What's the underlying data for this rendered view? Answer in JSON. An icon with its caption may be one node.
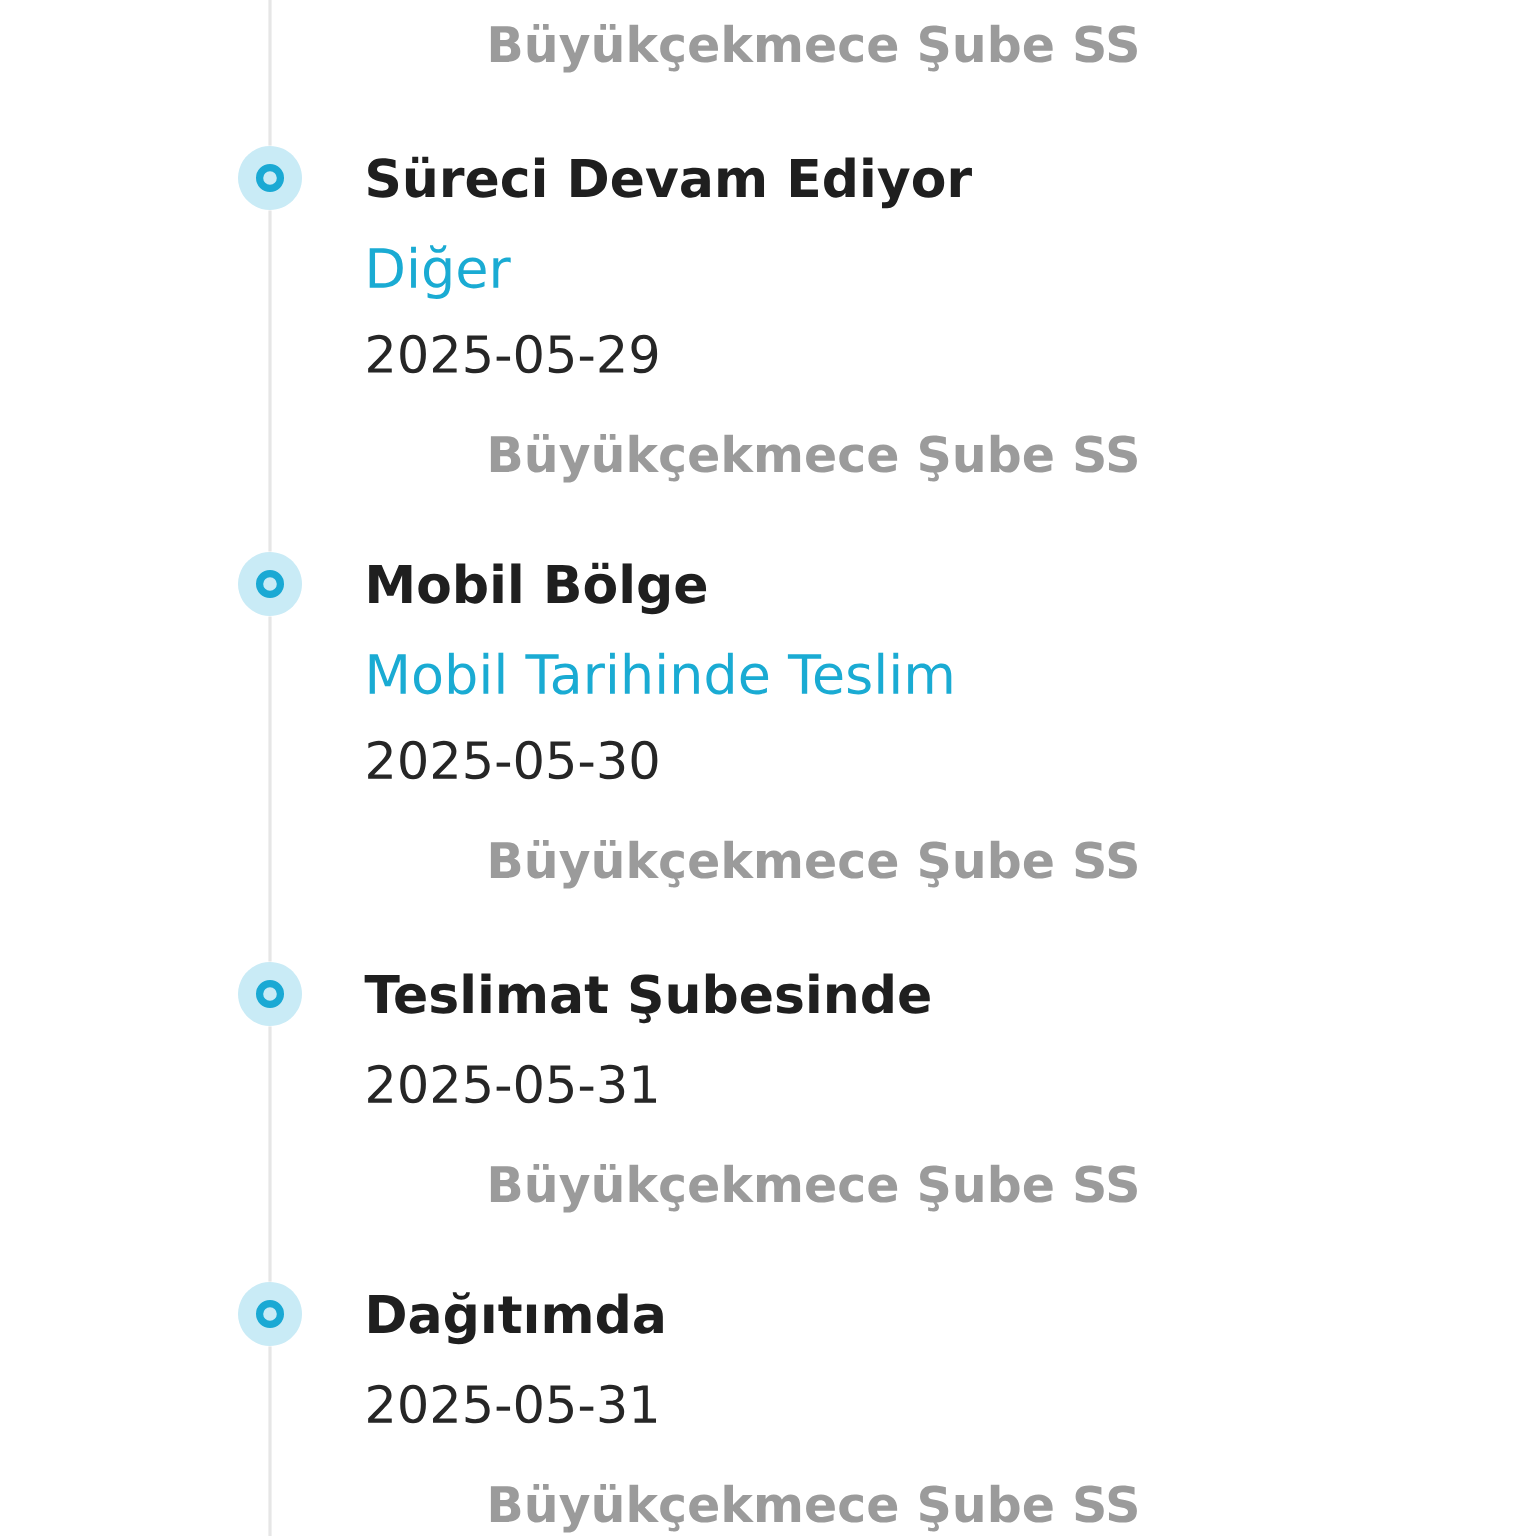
{
  "diagram": {
    "nodes": [
      {
        "text": [],
        "shape": "circle",
        "beside": [
          "Süreci Devam Ediyor",
          "Diğer",
          "2025-05-29",
          "Büyükçekmece Şube SS"
        ]
      },
      {
        "text": [],
        "shape": "circle",
        "beside": [
          "Mobil Bölge",
          "Mobil Tarihinde Teslim",
          "2025-05-30",
          "Büyükçekmece Şube SS"
        ]
      },
      {
        "text": [],
        "shape": "circle",
        "beside": [
          "Teslimat Şubesinde",
          "2025-05-31",
          "Büyükçekmece Şube SS"
        ]
      },
      {
        "text": [],
        "shape": "circle",
        "beside": [
          "Dağıtımda",
          "2025-05-31",
          "Büyükçekmece Şube SS"
        ]
      }
    ],
    "edges": [
      {
        "from": null,
        "to": 0,
        "arrow": "none"
      },
      {
        "from": 0,
        "to": 1,
        "arrow": "none"
      },
      {
        "from": 1,
        "to": 2,
        "arrow": "none"
      },
      {
        "from": 2,
        "to": 3,
        "arrow": "none"
      },
      {
        "from": 3,
        "to": null,
        "arrow": "none"
      }
    ],
    "labels": [
      "Büyükçekmece Şube SS"
    ]
  }
}
